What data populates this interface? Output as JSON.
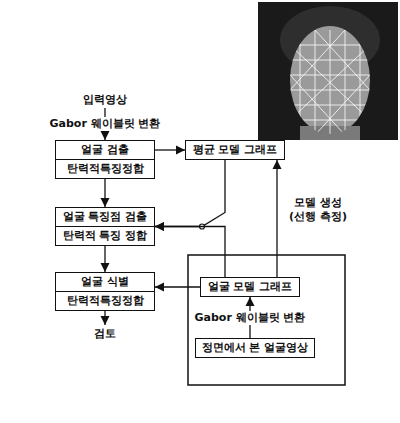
{
  "diagram": {
    "nodes": [
      {
        "text": [
          "얼굴 검출",
          "탄력적특징정합"
        ]
      },
      {
        "text": [
          "평균 모델 그래프"
        ]
      },
      {
        "text": [
          "얼굴 특징점 검출",
          "탄력적 특징 정합"
        ]
      },
      {
        "text": [
          "얼굴 식별",
          "탄력적특징정합"
        ]
      },
      {
        "text": [
          "얼굴 모델 그래프"
        ]
      },
      {
        "text": [
          "정면에서 본 얼굴영상"
        ]
      }
    ],
    "edges": [
      {
        "from": 0,
        "to": 1,
        "arrow": "to"
      },
      {
        "from": 0,
        "to": 2,
        "arrow": "to"
      },
      {
        "from": 1,
        "to": 2,
        "arrow": "to"
      },
      {
        "from": 4,
        "to": 2,
        "arrow": "to"
      },
      {
        "from": 2,
        "to": 3,
        "arrow": "to"
      },
      {
        "from": 4,
        "to": 3,
        "arrow": "to"
      },
      {
        "from": 4,
        "to": 1,
        "arrow": "to"
      },
      {
        "from": 5,
        "to": 4,
        "label": "Gabor 웨이블릿 변환",
        "arrow": "to"
      }
    ],
    "labels": [
      "입력영상",
      "Gabor 웨이블릿 변환",
      "검토",
      "모델 생성 (선행 측정)"
    ]
  }
}
